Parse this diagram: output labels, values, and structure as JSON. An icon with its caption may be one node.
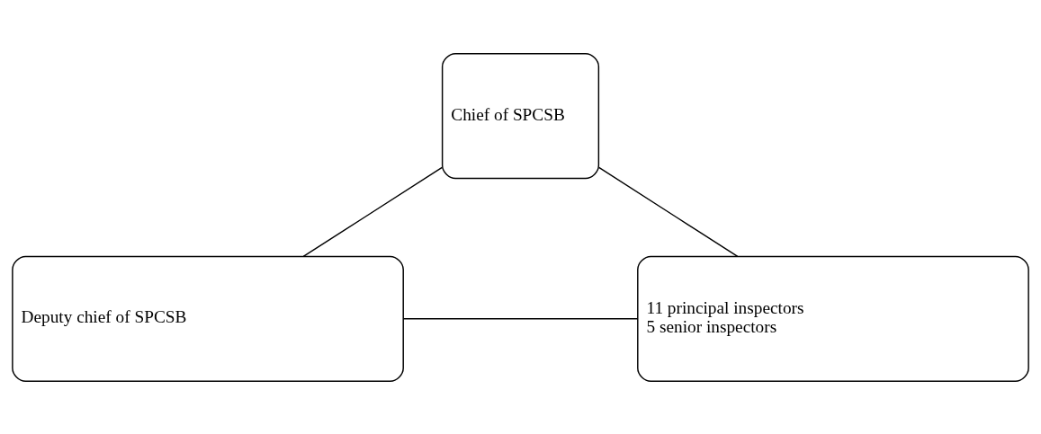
{
  "diagram": {
    "nodes": [
      {
        "text": [
          "Chief of SPCSB"
        ]
      },
      {
        "text": [
          "Deputy chief of SPCSB"
        ]
      },
      {
        "text": [
          "11 principal inspectors",
          "5 senior inspectors"
        ]
      }
    ],
    "edges": [
      {
        "from": 0,
        "to": 1,
        "arrow": "none"
      },
      {
        "from": 0,
        "to": 2,
        "arrow": "none"
      },
      {
        "from": 1,
        "to": 2,
        "arrow": "none"
      }
    ]
  }
}
